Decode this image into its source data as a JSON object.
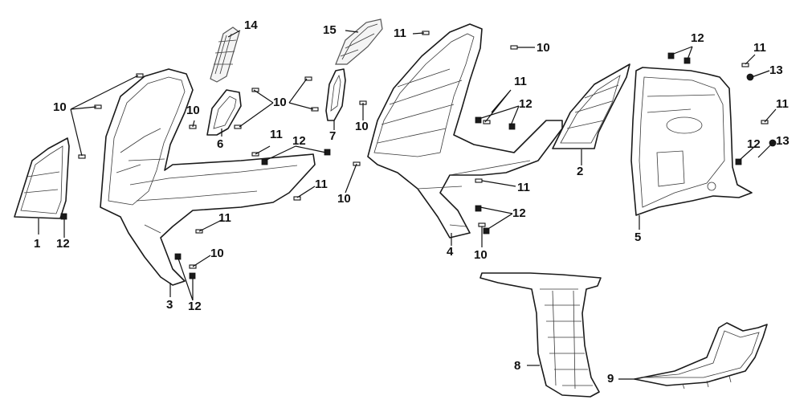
{
  "labels": {
    "l1": "1",
    "l2": "2",
    "l3": "3",
    "l4": "4",
    "l5": "5",
    "l6": "6",
    "l7": "7",
    "l8": "8",
    "l9": "9",
    "l10a": "10",
    "l10b": "10",
    "l10c": "10",
    "l10d": "10",
    "l10e": "10",
    "l10f": "10",
    "l10g": "10",
    "l10h": "10",
    "l11a": "11",
    "l11b": "11",
    "l11c": "11",
    "l11d": "11",
    "l11e": "11",
    "l11f": "11",
    "l11g": "11",
    "l11h": "11",
    "l12a": "12",
    "l12b": "12",
    "l12c": "12",
    "l12d": "12",
    "l12e": "12",
    "l12f": "12",
    "l12g": "12",
    "l13a": "13",
    "l13b": "13",
    "l14": "14",
    "l15": "15"
  }
}
